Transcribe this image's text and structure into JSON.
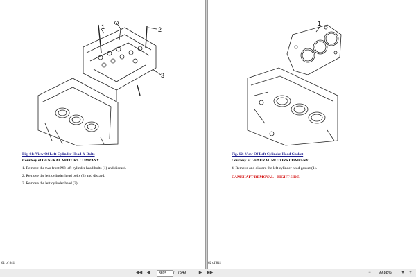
{
  "left_page": {
    "figure_caption": "Fig. 61: View Of Left Cylinder Head & Bolts",
    "credit": "Courtesy of GENERAL MOTORS COMPANY",
    "steps": [
      "1. Remove the two front M8 left cylinder head bolts (1) and discard.",
      "2. Remove the left cylinder head bolts (2) and discard.",
      "3. Remove the left cylinder head (3)."
    ],
    "callouts": [
      "1",
      "2",
      "3"
    ],
    "page_label": "61 of 841"
  },
  "right_page": {
    "figure_caption": "Fig. 62: View Of Left Cylinder Head Gasket",
    "credit": "Courtesy of GENERAL MOTORS COMPANY",
    "steps": [
      "4. Remove and discard the left cylinder head gasket (1)."
    ],
    "section_heading": "CAMSHAFT REMOVAL - RIGHT SIDE",
    "callouts": [
      "1"
    ],
    "page_label": "62 of 841"
  },
  "toolbar": {
    "page_current": "3895",
    "page_total": "7549",
    "zoom": "99.88%"
  },
  "colors": {
    "caption_link": "#1a1a8c",
    "section_heading": "#d10000",
    "toolbar_bg": "#ececec"
  }
}
